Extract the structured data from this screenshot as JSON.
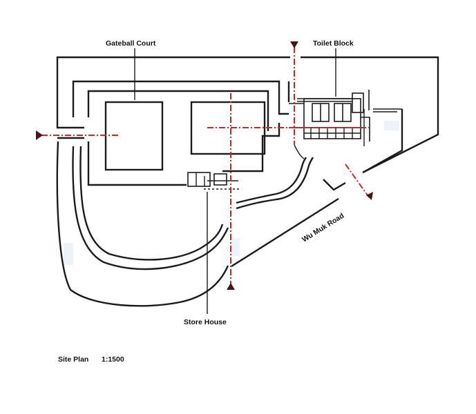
{
  "labels": {
    "gateball": "Gateball Court",
    "toilet": "Toilet Block",
    "road": "Wu Muk Road",
    "store": "Store House",
    "caption": "Site Plan",
    "scale": "1:1500"
  },
  "colors": {
    "line": "#1a1a1a",
    "section_line": "#c62828",
    "arrow": "#4a1414"
  }
}
